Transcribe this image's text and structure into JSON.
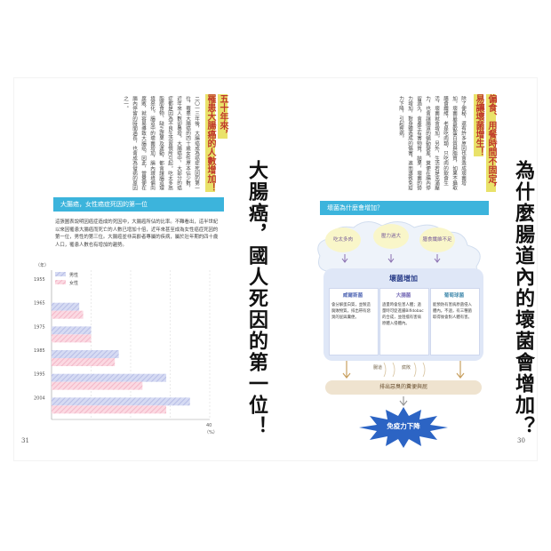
{
  "left_page": {
    "title": "大腸癌，國人死因的第一位！",
    "subtitle_line1": "五十年來，",
    "subtitle_line2": "罹患大腸癌的人數增加！",
    "body": "二〇一三年後，大腸癌成為癌症死因的第一位，罹患大腸癌的四十歲女性原本佔少數，近年來人數卻暴增。大腸癌中，大部分的癌症都是因為不良生活習慣所引起。吃太多高脂肪食物、缺乏蔬果及運動，都會讓腸道環境惡化。腸道中的壞菌增加，腸內環境偏向腐敗，就容易導致大腸癌。因此，當糞便在腸內停留的時間過長，也會成為發病的原因之一。",
    "section_heading": "大腸癌，女性癌症死因的第一位",
    "paragraph": "這張圖表說明因癌症造成的死因中，大腸癌所佔的比率。不難看出，這半世紀以來因罹患大腸癌而死亡的人數已增加十倍，近年來甚至成為女性癌症死因的第一位，男性的第三位。大腸癌並非高齡者專屬的疾病，屬於壯年期的四十歲人口，罹患人數也有增加的趨勢。",
    "page_number": "31"
  },
  "chart_data": {
    "type": "bar",
    "categories": [
      "1955",
      "1965",
      "1975",
      "1985",
      "1995",
      "2004"
    ],
    "series": [
      {
        "name": "男性",
        "values": [
          0,
          7,
          10,
          17,
          29,
          35
        ]
      },
      {
        "name": "女性",
        "values": [
          0,
          8,
          10,
          16,
          23,
          29
        ]
      }
    ],
    "xlabel": "",
    "ylabel": "",
    "y_unit_label": "（年）",
    "x_unit_label": "（%）",
    "xlim": [
      0,
      40
    ],
    "x_ticks": [
      0,
      10,
      20,
      30,
      40
    ],
    "x_tick_labels_shown": [
      "40"
    ],
    "legend_placement": "top-left",
    "colors": {
      "男性": "#b7bde6",
      "女性": "#f3b6c7"
    }
  },
  "right_page": {
    "title": "為什麼腸道內的壞菌會增加？",
    "subtitle_line1": "偏食、用餐時間不固定，",
    "subtitle_line2": "易讓壞菌增生！",
    "body": "除了便秘，還有許多原因也會造成壞菌增加。壞菌最喜歡蛋白質與脂質，如果不攝取膳食纖維，老是吃肉類，只吃肉的飲食生活，壞菌就會增加。另外，生活若是充滿壓力，也會讓腸道的蠕動變差。糞便在腸內停留過久，會產生有害物質，結果，壞菌的勢力增加，對身體造成的傷害，進而導致免疫力下降，引起疾病。",
    "section_heading": "壞菌為什麼會增加？",
    "causes": [
      "吃太多肉",
      "壓力過大",
      "膳食纖維不足"
    ],
    "center_title": "壞菌增加",
    "bacteria": [
      {
        "name": "威爾斯菌",
        "desc": "會分解蛋白質，並製造腐敗物質。排出帶有惡臭的屁與糞便。"
      },
      {
        "name": "大腸菌",
        "desc": "過量時會危害人體；過量時可促進腸Bifidobac的合成，並阻擋有害病原體入侵體內。"
      },
      {
        "name": "葡萄球菌",
        "desc": "能預防有害病原菌侵入體內。不過，有三種菌取得後會對人體有害。"
      }
    ],
    "effect_labels": [
      "腸道",
      "腐敗"
    ],
    "bottom_box": "排出惡臭的糞便與屁",
    "burst": "免疫力下降",
    "page_number": "30"
  }
}
